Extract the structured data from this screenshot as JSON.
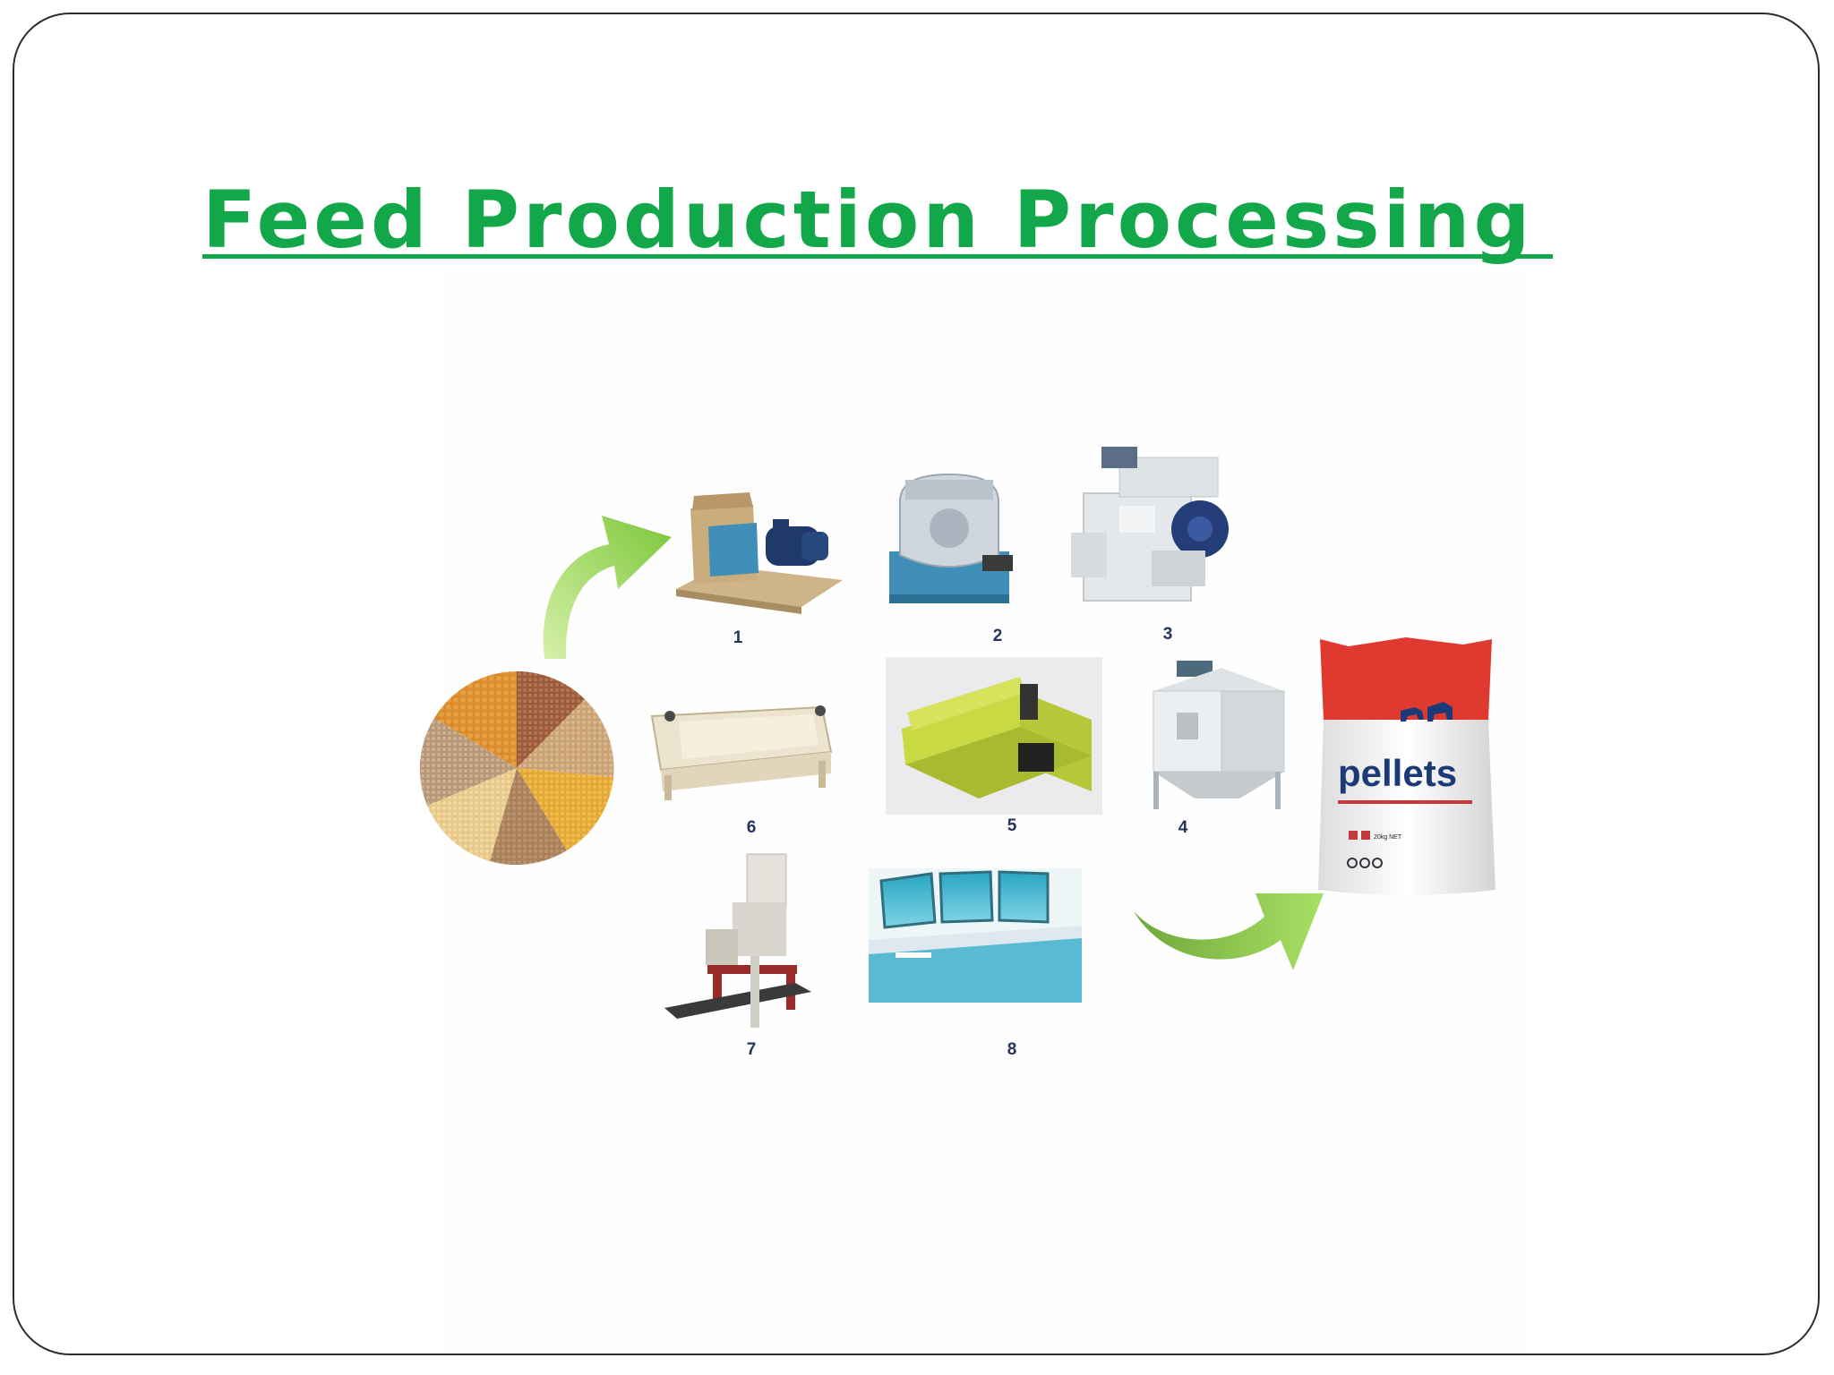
{
  "slide": {
    "title": "Feed Production Processing"
  },
  "steps": [
    {
      "number": "1",
      "icon": "hammer-mill-icon"
    },
    {
      "number": "2",
      "icon": "mixer-icon"
    },
    {
      "number": "3",
      "icon": "pellet-mill-icon"
    },
    {
      "number": "4",
      "icon": "cooler-icon"
    },
    {
      "number": "5",
      "icon": "crumbler-icon"
    },
    {
      "number": "6",
      "icon": "screener-icon"
    },
    {
      "number": "7",
      "icon": "packing-machine-icon"
    },
    {
      "number": "8",
      "icon": "control-room-icon"
    }
  ],
  "product_bag": {
    "label": "pellets",
    "weight": "20kg NET"
  },
  "colors": {
    "title": "#12a84a",
    "arrow": "#8fd14f",
    "bag_top": "#e03a30",
    "machine_blue": "#3f8fb8"
  }
}
